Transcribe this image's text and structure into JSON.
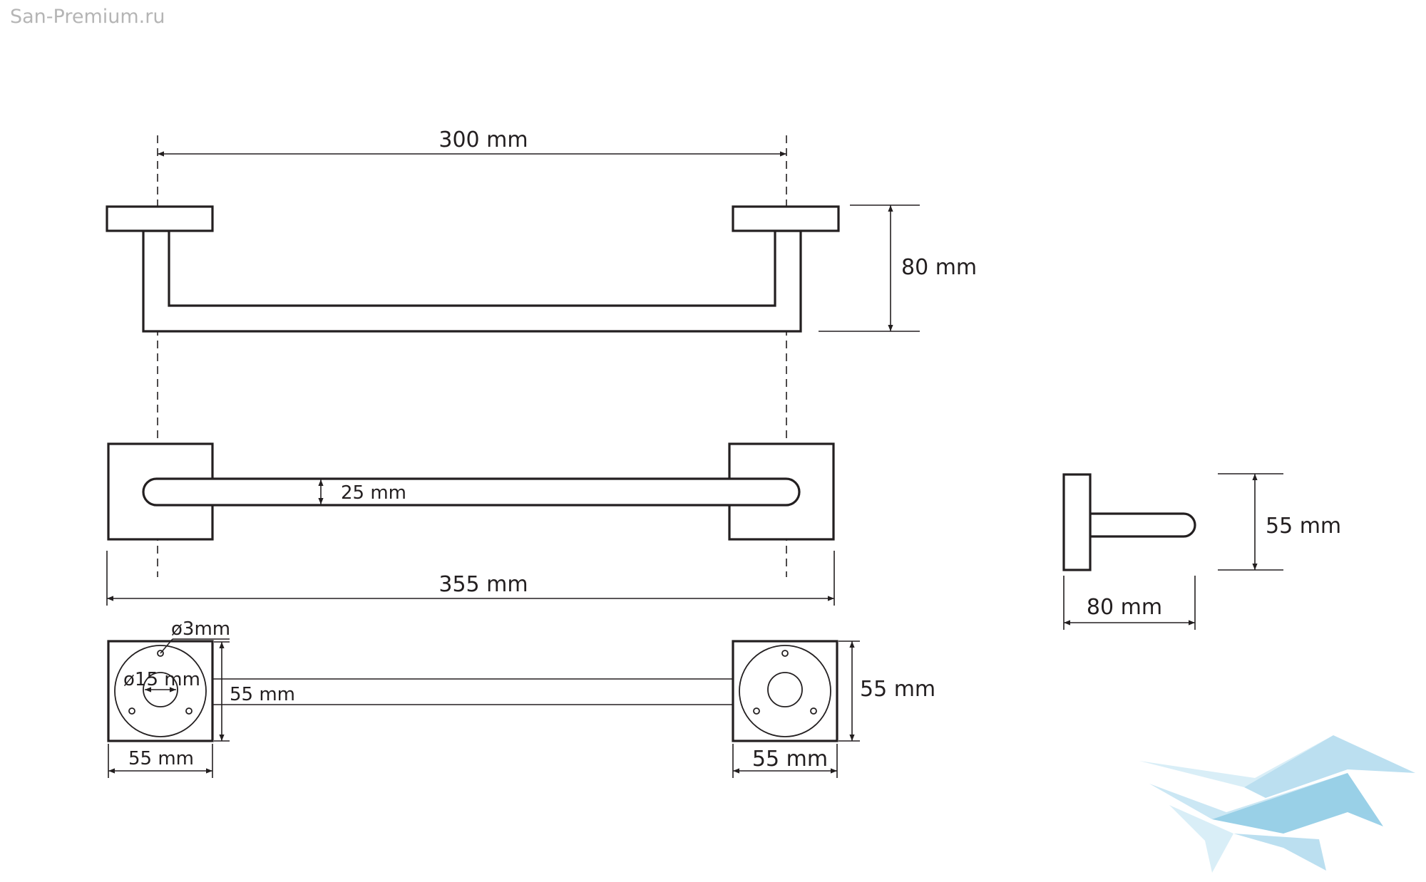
{
  "watermark": {
    "site": "San-Premium.ru",
    "logo_icon": "bird-logo-icon"
  },
  "front_view": {
    "center_distance": "300 mm",
    "height": "80 mm"
  },
  "top_view": {
    "rod_diameter": "25 mm",
    "overall_length": "355 mm"
  },
  "side_view": {
    "height": "55 mm",
    "depth": "80 mm"
  },
  "base_view": {
    "screw_hole": "ø3mm",
    "center_hole": "ø15 mm",
    "rod_gap": "55 mm",
    "plate_height": "55 mm",
    "left_plate_width": "55 mm",
    "right_plate_width": "55 mm"
  },
  "colors": {
    "line": "#231f20",
    "logo_light": "#d5edf7",
    "logo_dark": "#8fcbe5",
    "watermark": "#b5b5b5"
  }
}
